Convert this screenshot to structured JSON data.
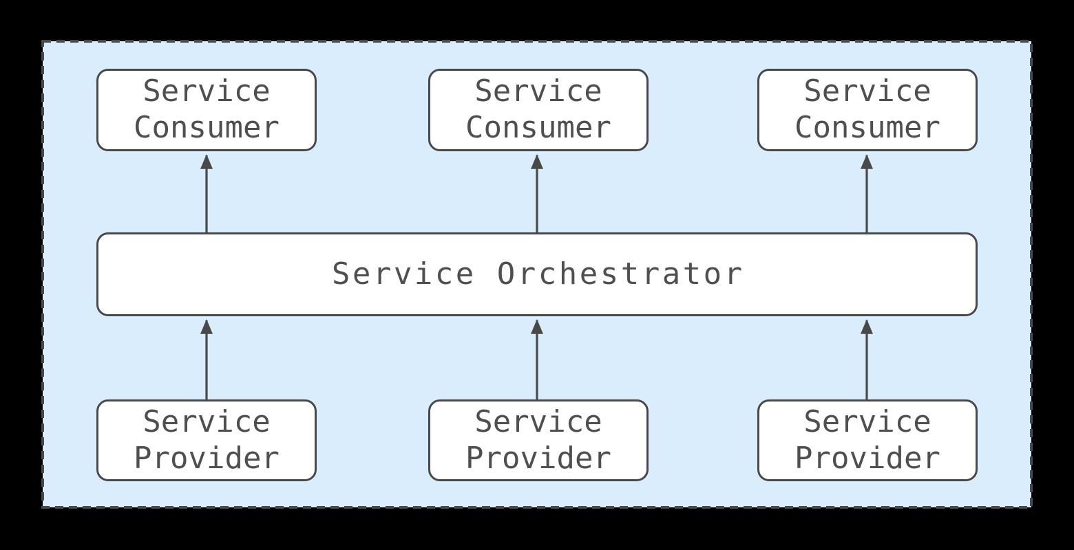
{
  "diagram": {
    "colors": {
      "background": "#000000",
      "container_fill": "#d9edfc",
      "stroke": "#494949",
      "node_fill": "#ffffff",
      "text": "#4f4f4f"
    },
    "consumers": [
      {
        "label": "Service\nConsumer"
      },
      {
        "label": "Service\nConsumer"
      },
      {
        "label": "Service\nConsumer"
      }
    ],
    "orchestrator": {
      "label": "Service Orchestrator"
    },
    "providers": [
      {
        "label": "Service\nProvider"
      },
      {
        "label": "Service\nProvider"
      },
      {
        "label": "Service\nProvider"
      }
    ],
    "edges": [
      {
        "from": "service-orchestrator",
        "to": "service-consumer-1",
        "direction": "up"
      },
      {
        "from": "service-orchestrator",
        "to": "service-consumer-2",
        "direction": "up"
      },
      {
        "from": "service-orchestrator",
        "to": "service-consumer-3",
        "direction": "up"
      },
      {
        "from": "service-provider-1",
        "to": "service-orchestrator",
        "direction": "up"
      },
      {
        "from": "service-provider-2",
        "to": "service-orchestrator",
        "direction": "up"
      },
      {
        "from": "service-provider-3",
        "to": "service-orchestrator",
        "direction": "up"
      }
    ]
  }
}
